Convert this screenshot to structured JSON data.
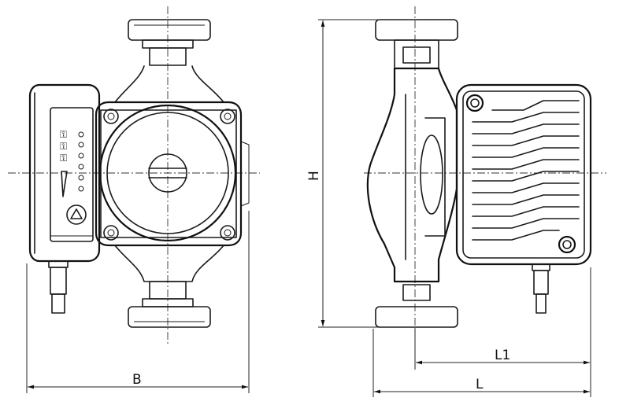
{
  "dimensions": {
    "width_label": "B",
    "height_label": "H",
    "length_label": "L",
    "motor_length_label": "L1"
  },
  "control_panel": {
    "indicator_symbols": [
      "⚿",
      "⚿",
      "⚿"
    ],
    "button_glyph": "△"
  }
}
